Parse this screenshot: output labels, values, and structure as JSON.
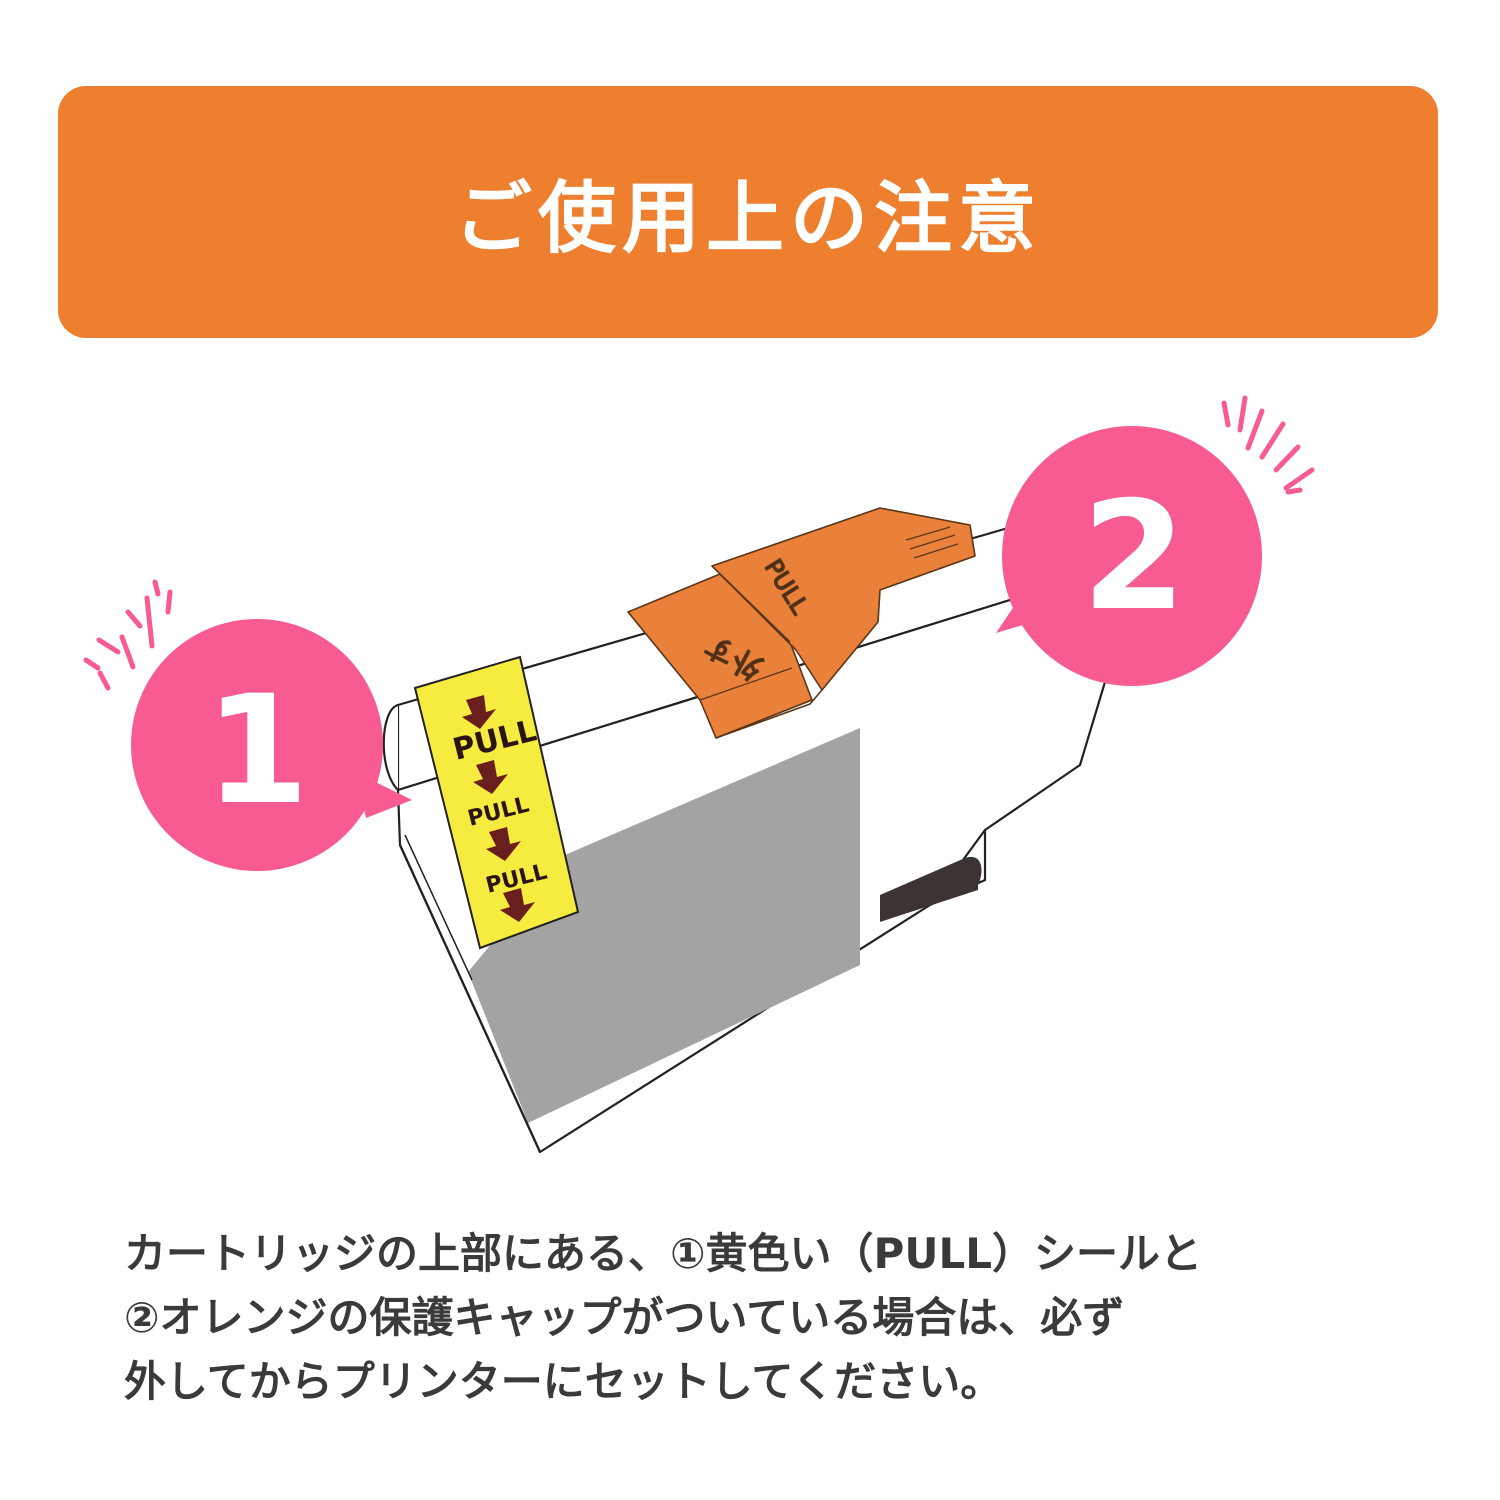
{
  "header": {
    "title": "ご使用上の注意"
  },
  "illustration": {
    "badge_1": "1",
    "badge_2": "2",
    "seal_labels": [
      "PULL",
      "PULL",
      "PULL"
    ],
    "cap_label_pull": "PULL",
    "cap_label_remove": "外す"
  },
  "caption": {
    "lines": [
      "カートリッジの上部にある、①黄色い（PULL）シールと",
      "②オレンジの保護キャップがついている場合は、必ず",
      "外してからプリンターにセットしてください。"
    ]
  },
  "colors": {
    "banner": "#ED7F2E",
    "badge": "#F75B92",
    "seal": "#F6EC3F",
    "cap": "#E9813A",
    "window": "#A3A3A3"
  }
}
